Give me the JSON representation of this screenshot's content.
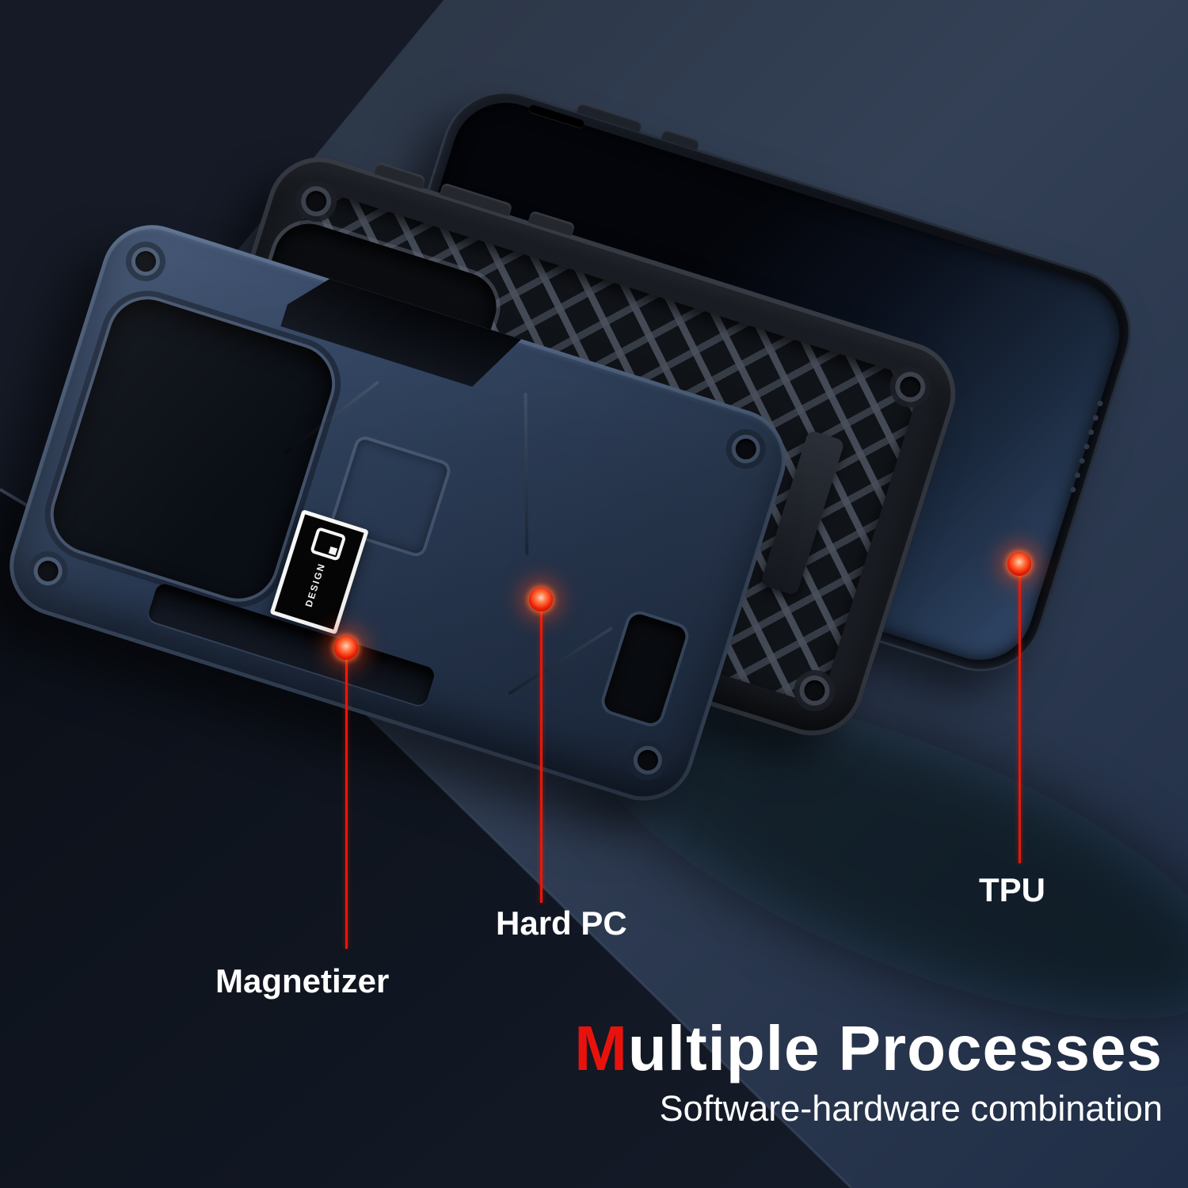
{
  "scene": {
    "badge": {
      "text": "DESIGN"
    },
    "callouts": [
      {
        "label": "Magnetizer"
      },
      {
        "label": "Hard PC"
      },
      {
        "label": "TPU"
      }
    ],
    "title": {
      "lead": "M",
      "rest": "ultiple Processes"
    },
    "subtitle": "Software-hardware combination",
    "colors": {
      "accent_red": "#ee1506",
      "case_blue": "#2d3e58",
      "tpu_black": "#191c22",
      "phone_black": "#07090d",
      "text_white": "#ffffff"
    },
    "icons": {
      "design_logo": "design-logo-icon",
      "callout_dot": "red-glow-dot"
    }
  }
}
